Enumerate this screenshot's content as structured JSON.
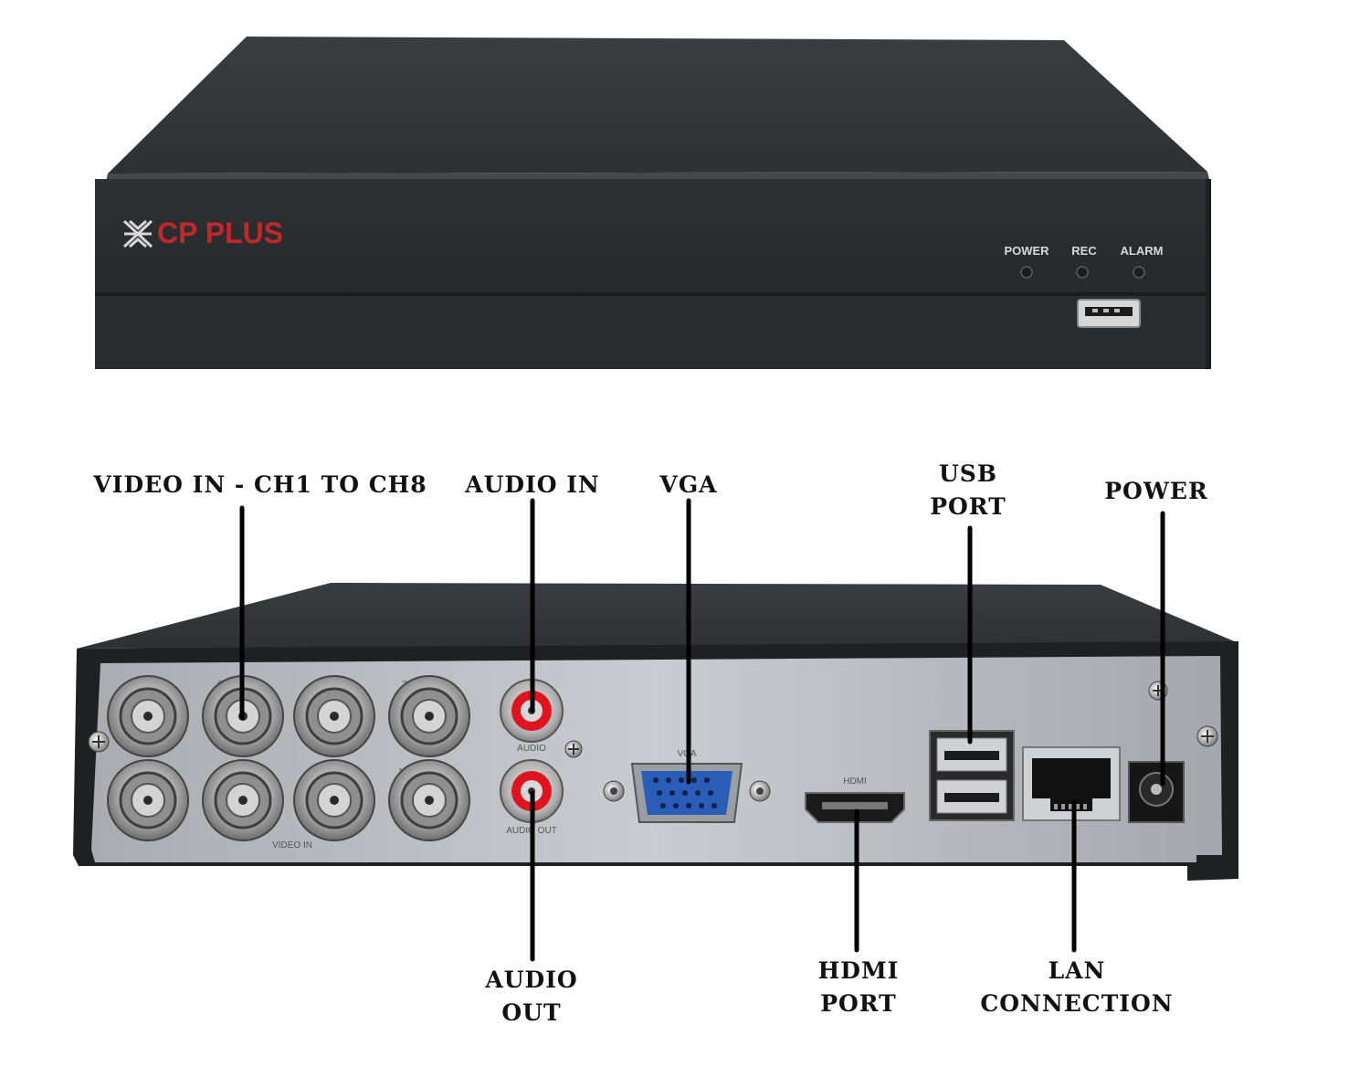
{
  "front_panel": {
    "brand": "CP PLUS",
    "leds": [
      {
        "label": "POWER"
      },
      {
        "label": "REC"
      },
      {
        "label": "ALARM"
      }
    ]
  },
  "callouts": {
    "video_in": {
      "line1": "VIDEO IN - CH1 TO CH8",
      "line2": ""
    },
    "audio_in": {
      "line1": "AUDIO IN",
      "line2": ""
    },
    "vga": {
      "line1": "VGA",
      "line2": ""
    },
    "usb_port": {
      "line1": "USB",
      "line2": "PORT"
    },
    "power": {
      "line1": "POWER",
      "line2": ""
    },
    "audio_out": {
      "line1": "AUDIO",
      "line2": "OUT"
    },
    "hdmi_port": {
      "line1": "HDMI",
      "line2": "PORT"
    },
    "lan_connection": {
      "line1": "LAN",
      "line2": "CONNECTION"
    }
  },
  "rear_panel": {
    "bnc_channel_numbers_top": [
      "8",
      "6",
      "4",
      "2"
    ],
    "bnc_channel_numbers_bottom": [
      "7",
      "5",
      "3",
      "1"
    ],
    "print_audio": "AUDIO",
    "print_audio_out": "AUDIO OUT",
    "print_vga": "VGA",
    "print_hdmi": "HDMI",
    "print_video_in": "VIDEO IN"
  },
  "colors": {
    "chassis": "#2b2d30",
    "brand_red": "#c0282a",
    "vga_blue": "#2a5db8",
    "rca_red": "#e0141e",
    "panel_silver": "#b8bbbf"
  }
}
